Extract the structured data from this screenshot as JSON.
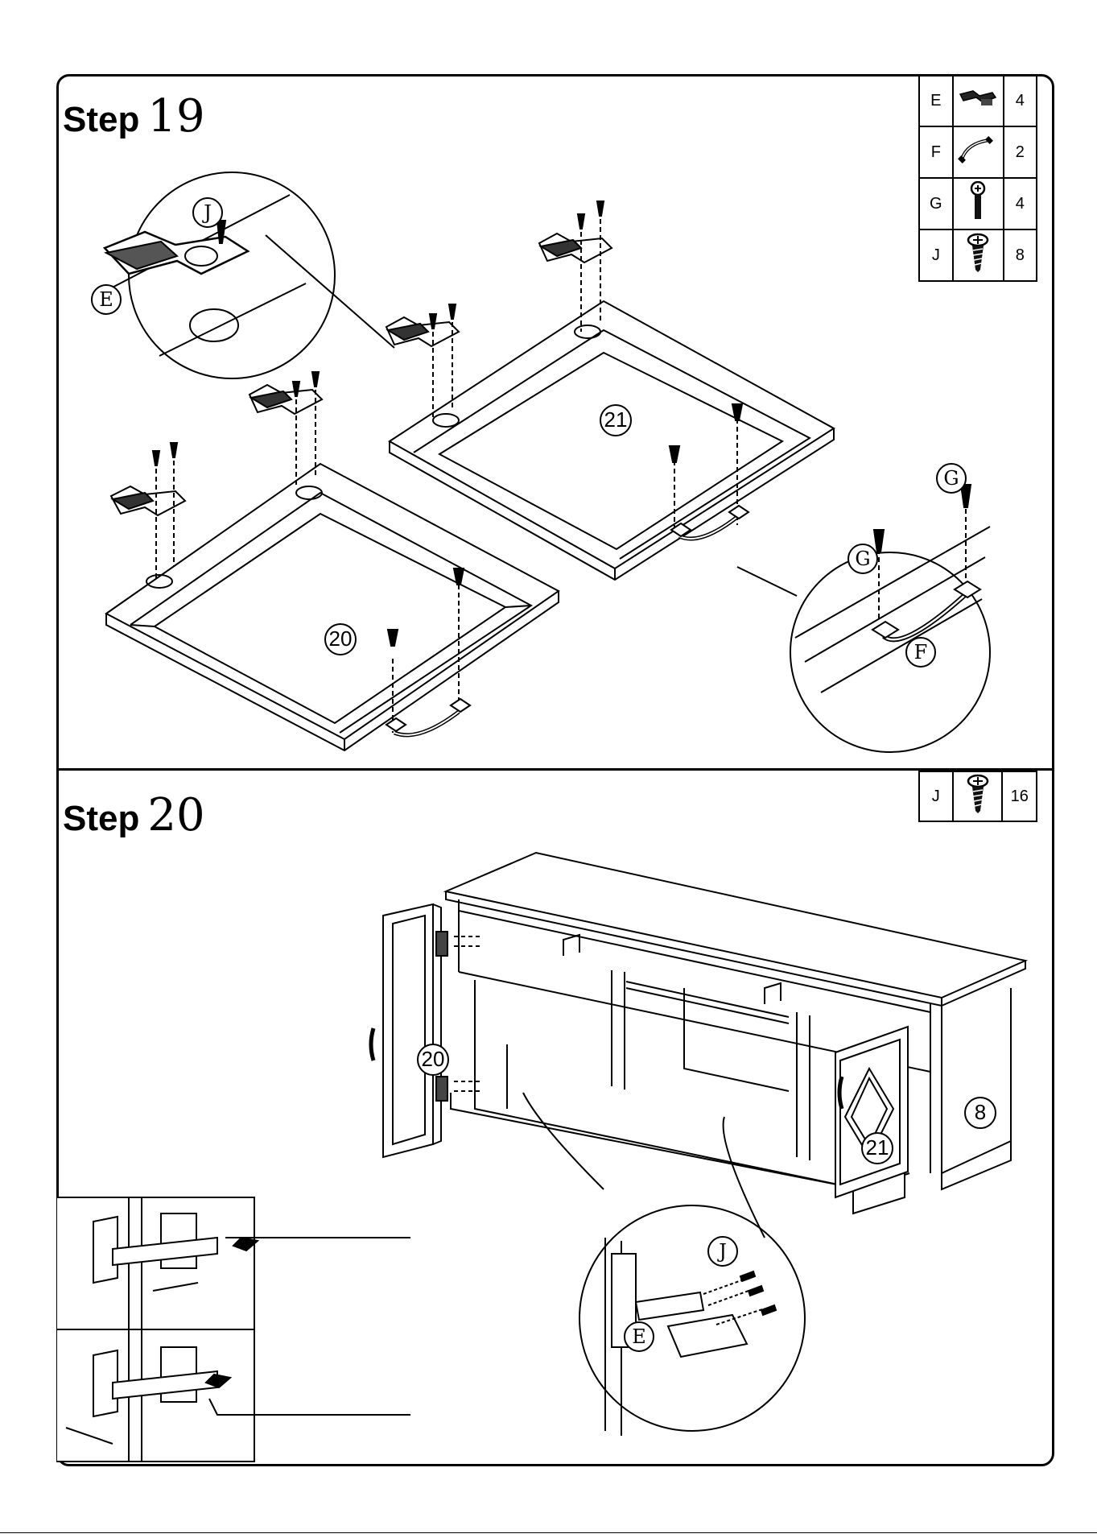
{
  "step19": {
    "word": "Step",
    "number": "19",
    "parts": [
      {
        "letter": "E",
        "icon": "hinge-icon",
        "qty": "4"
      },
      {
        "letter": "F",
        "icon": "handle-icon",
        "qty": "2"
      },
      {
        "letter": "G",
        "icon": "bolt-icon",
        "qty": "4"
      },
      {
        "letter": "J",
        "icon": "screw-icon",
        "qty": "8"
      }
    ],
    "labels": {
      "door_left": "20",
      "door_right": "21",
      "detail_hinge": "E",
      "detail_screw": "J",
      "detail_bolt_a": "G",
      "detail_bolt_b": "G",
      "detail_handle": "F"
    }
  },
  "step20": {
    "word": "Step",
    "number": "20",
    "parts": [
      {
        "letter": "J",
        "icon": "screw-icon",
        "qty": "16"
      }
    ],
    "labels": {
      "door_left": "20",
      "door_right": "21",
      "side_panel": "8",
      "detail_hinge": "E",
      "detail_screw": "J"
    }
  }
}
